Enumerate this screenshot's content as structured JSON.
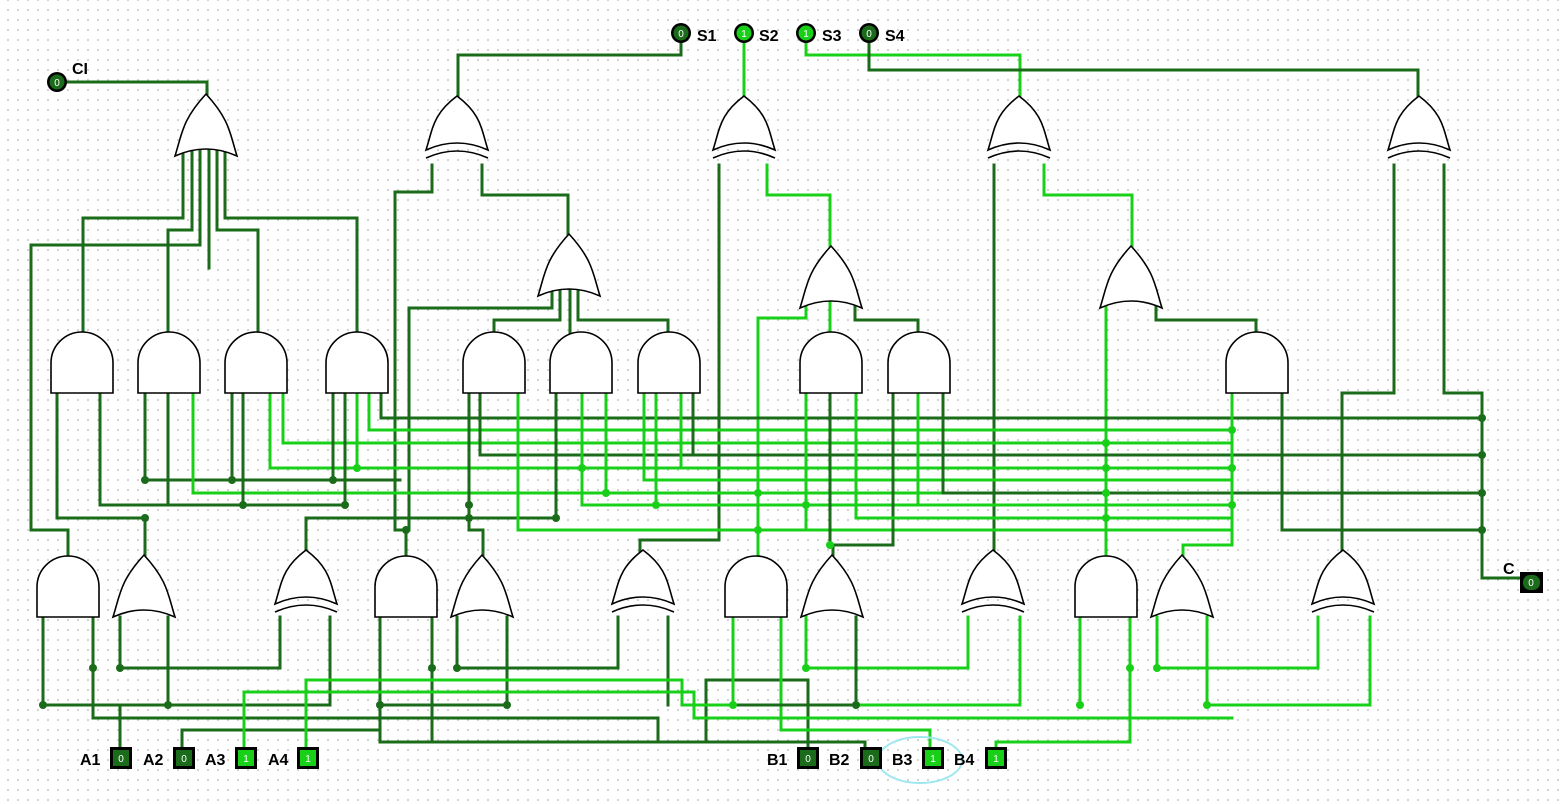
{
  "colors": {
    "wire_low": "#1a6b1a",
    "wire_high": "#19d019",
    "background": "#ffffff",
    "grid_dot": "#c8c8c8",
    "selection": "#9fe8f0"
  },
  "inputs": [
    {
      "label": "CI",
      "value": "0"
    },
    {
      "label": "A1",
      "value": "0"
    },
    {
      "label": "A2",
      "value": "0"
    },
    {
      "label": "A3",
      "value": "1"
    },
    {
      "label": "A4",
      "value": "1"
    },
    {
      "label": "B1",
      "value": "0"
    },
    {
      "label": "B2",
      "value": "0"
    },
    {
      "label": "B3",
      "value": "1"
    },
    {
      "label": "B4",
      "value": "1"
    }
  ],
  "outputs": [
    {
      "label": "S1",
      "value": "0"
    },
    {
      "label": "S2",
      "value": "1"
    },
    {
      "label": "S3",
      "value": "1"
    },
    {
      "label": "S4",
      "value": "0"
    },
    {
      "label": "C",
      "value": "0"
    }
  ]
}
